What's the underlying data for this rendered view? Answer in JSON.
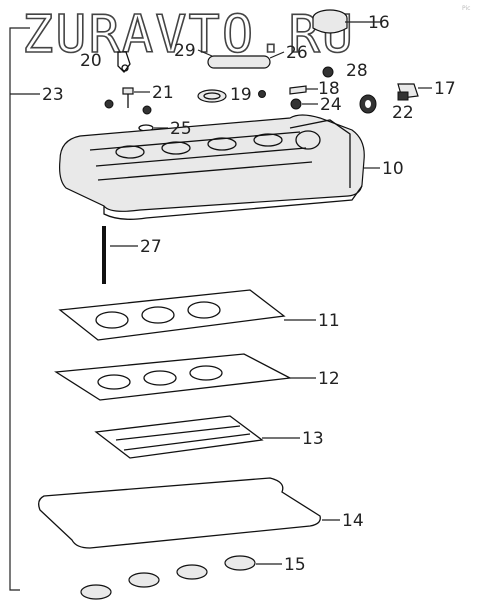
{
  "watermark": "ZURAVTO.RU",
  "corner_mark": "Pic",
  "callouts": {
    "p10": "10",
    "p11": "11",
    "p12": "12",
    "p13": "13",
    "p14": "14",
    "p15": "15",
    "p16": "16",
    "p17": "17",
    "p18": "18",
    "p19": "19",
    "p20": "20",
    "p21": "21",
    "p22": "22",
    "p23": "23",
    "p24": "24",
    "p25": "25",
    "p26": "26",
    "p27": "27",
    "p28": "28",
    "p29": "29"
  }
}
